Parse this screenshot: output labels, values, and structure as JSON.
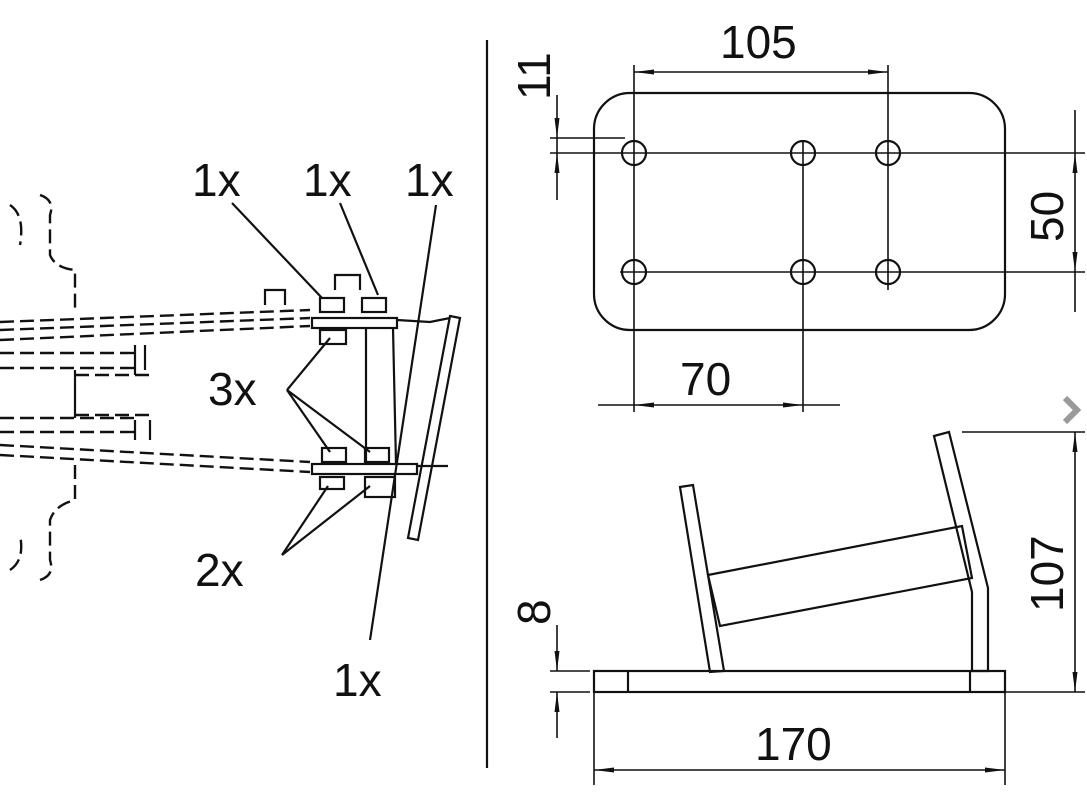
{
  "callouts": {
    "top_left": "1x",
    "top_middle": "1x",
    "top_right": "1x",
    "middle": "3x",
    "lower": "2x",
    "bottom": "1x"
  },
  "dimensions": {
    "hole_spacing_outer": "105",
    "edge_offset": "11",
    "hole_row_spacing": "50",
    "hole_spacing_inner": "70",
    "overall_height": "107",
    "plate_thickness": "8",
    "plate_length": "170"
  },
  "viewer": {
    "next_icon": "chevron-right-icon",
    "chevron_color": "#9a9a9a"
  }
}
